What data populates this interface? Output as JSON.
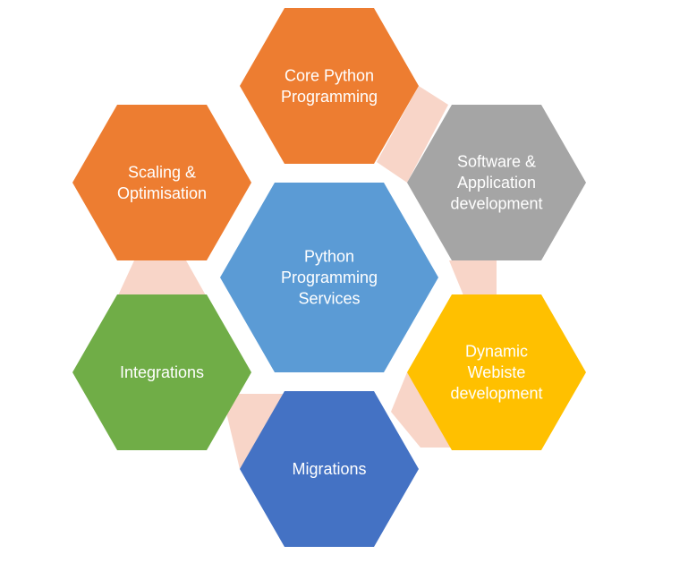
{
  "diagram": {
    "center": {
      "lines": [
        "Python",
        "Programming",
        "Services"
      ],
      "color": "#5b9bd5"
    },
    "nodes": [
      {
        "id": "core-python",
        "lines": [
          "Core Python",
          "Programming"
        ],
        "color": "#ed7d31"
      },
      {
        "id": "software-app",
        "lines": [
          "Software &",
          "Application",
          "development"
        ],
        "color": "#a5a5a5"
      },
      {
        "id": "dynamic-website",
        "lines": [
          "Dynamic",
          "Webiste",
          "development"
        ],
        "color": "#ffc000"
      },
      {
        "id": "migrations",
        "lines": [
          "Migrations"
        ],
        "color": "#4472c4"
      },
      {
        "id": "integrations",
        "lines": [
          "Integrations"
        ],
        "color": "#70ad47"
      },
      {
        "id": "scaling",
        "lines": [
          "Scaling &",
          "Optimisation"
        ],
        "color": "#ed7d31"
      }
    ],
    "connector_color": "#f8d5c8"
  }
}
